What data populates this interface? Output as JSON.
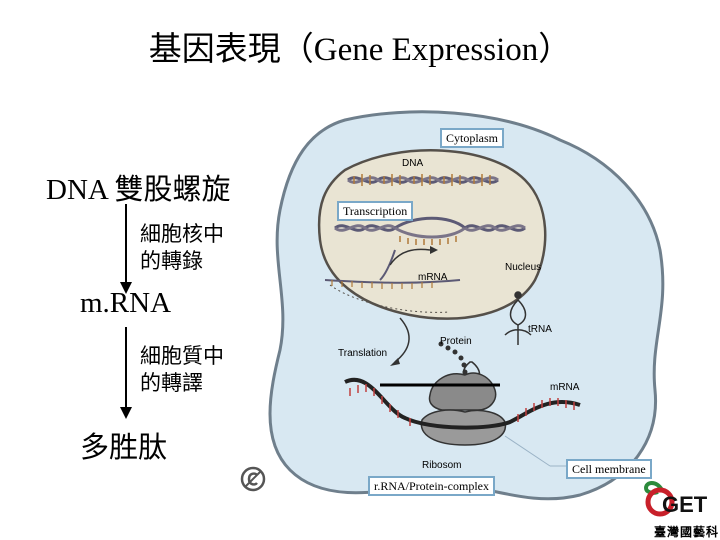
{
  "title": "基因表現（Gene Expression）",
  "flow": {
    "dna": "DNA  雙股螺旋",
    "step1_line1": "細胞核中",
    "step1_line2": "的轉錄",
    "mrna": "m.RNA",
    "step2_line1": "細胞質中",
    "step2_line2": "的轉譯",
    "polypeptide": "多胜肽"
  },
  "callouts": {
    "cytoplasm": "Cytoplasm",
    "transcription": "Transcription",
    "cell_membrane": "Cell membrane",
    "rrna_complex": "r.RNA/Protein-complex"
  },
  "diagram_labels": {
    "dna": "DNA",
    "nucleus": "Nucleus",
    "mrna_nucleus": "mRNA",
    "trna": "tRNA",
    "protein": "Protein",
    "translation": "Translation",
    "mrna_cytoplasm": "mRNA",
    "ribosome": "Ribosom"
  },
  "logo": {
    "text": "GET",
    "subtext": "臺灣國藝科"
  },
  "colors": {
    "cell_fill": "#d8e8f2",
    "cell_stroke": "#6f7f8c",
    "nucleus_fill": "#e9e4d3",
    "callout_border": "#7aa8c8",
    "logo_green": "#2c8a3c",
    "logo_red": "#c8202a"
  }
}
